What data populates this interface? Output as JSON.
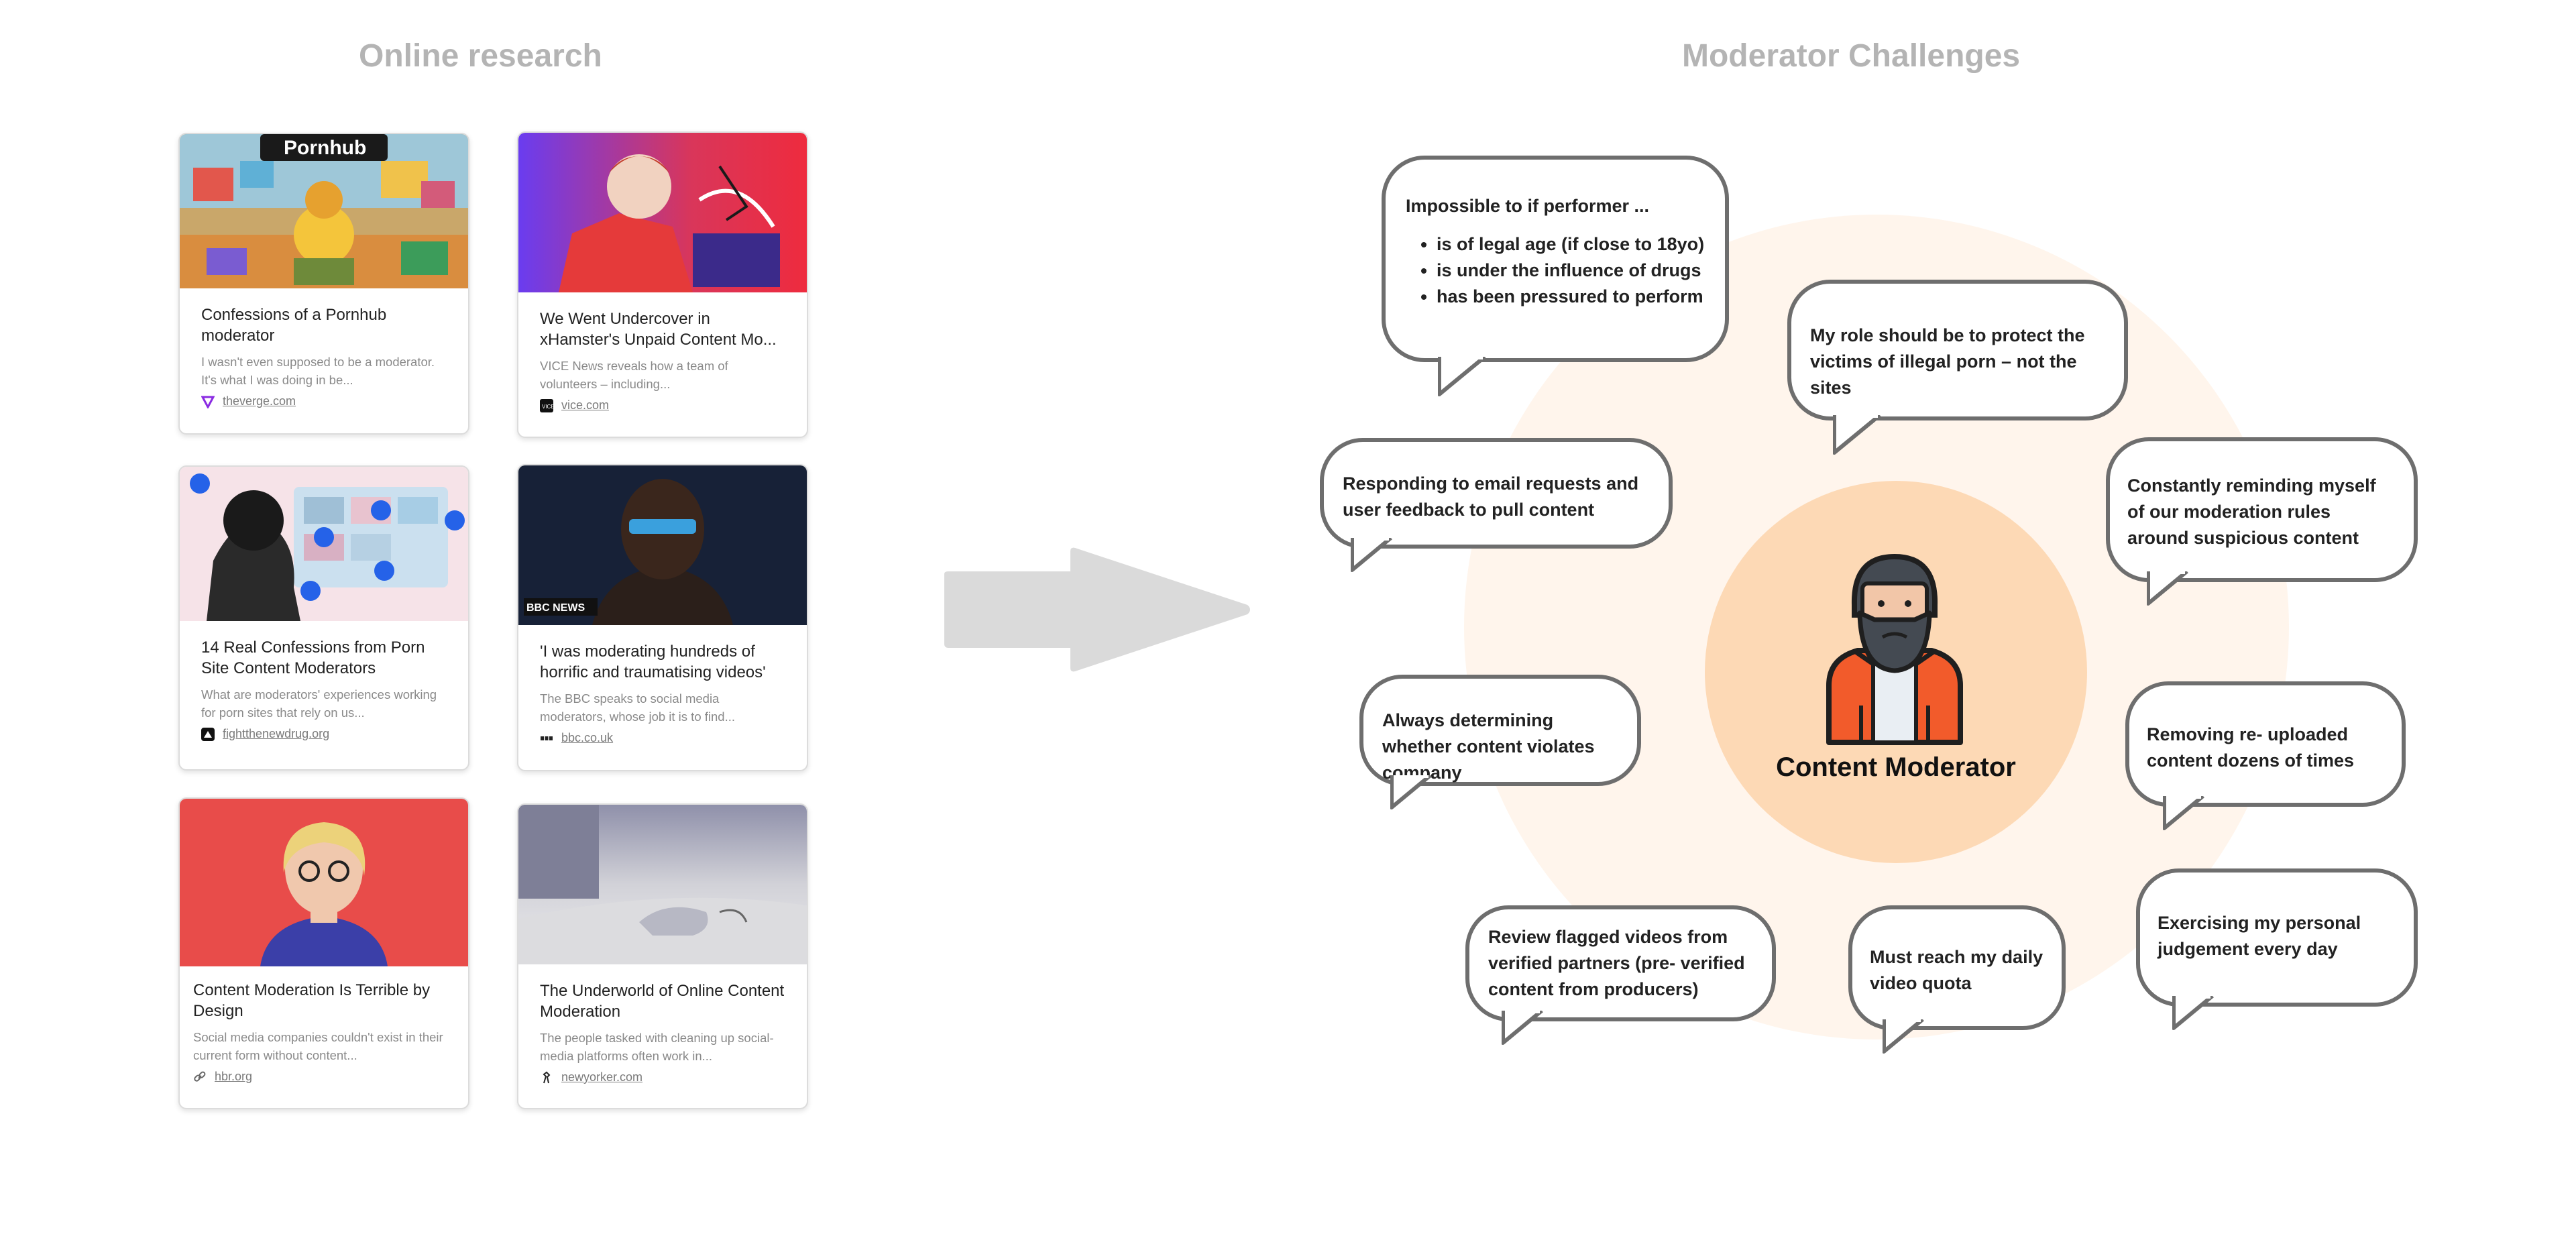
{
  "sections": {
    "left_title": "Online research",
    "right_title": "Moderator Challenges"
  },
  "cards": [
    {
      "title": "Confessions of a Pornhub moderator",
      "desc": "I wasn't even supposed to be a moderator. It's what I was doing in be...",
      "source": "theverge.com",
      "thumb_text": "Pornhub"
    },
    {
      "title": "We Went Undercover in xHamster's Unpaid Content Mo...",
      "desc": "VICE News reveals how a team of volunteers – including...",
      "source": "vice.com",
      "thumb_text": ""
    },
    {
      "title": "14 Real Confessions from Porn Site Content Moderators",
      "desc": "What are moderators' experiences working for porn sites that rely on us...",
      "source": "fightthenewdrug.org",
      "thumb_text": ""
    },
    {
      "title": "'I was moderating hundreds of horrific and traumatising videos'",
      "desc": "The BBC speaks to social media moderators, whose job it is to find...",
      "source": "bbc.co.uk",
      "thumb_text": "BBC NEWS"
    },
    {
      "title": "Content Moderation Is Terrible by Design",
      "desc": "Social media companies couldn't exist in their current form without content...",
      "source": "hbr.org",
      "thumb_text": ""
    },
    {
      "title": "The Underworld of Online Content Moderation",
      "desc": "The people tasked with cleaning up social-media platforms often work in...",
      "source": "newyorker.com",
      "thumb_text": ""
    }
  ],
  "center": {
    "label": "Content Moderator"
  },
  "bubbles": {
    "impossible": {
      "intro": "Impossible to if performer ...",
      "items": [
        "is of legal age (if close to 18yo)",
        "is under the influence of drugs",
        "has been pressured to perform"
      ]
    },
    "role": "My role should be to protect the victims of illegal porn – not the sites",
    "email": "Responding to email requests and user feedback to pull content",
    "reminding": "Constantly reminding myself of our moderation rules around suspicious content",
    "determining": "Always determining whether content violates company",
    "removing": "Removing re- uploaded content dozens of times",
    "review": "Review flagged videos from verified partners (pre- verified content from producers)",
    "quota": "Must reach my daily video quota",
    "judgement": "Exercising my personal judgement every day"
  },
  "colors": {
    "title_gray": "#b4b4b4",
    "bubble_border": "#6e6e6e",
    "outer_circle": "#fff5ec",
    "inner_circle": "#fdd9b5",
    "arrow": "#dadada"
  }
}
